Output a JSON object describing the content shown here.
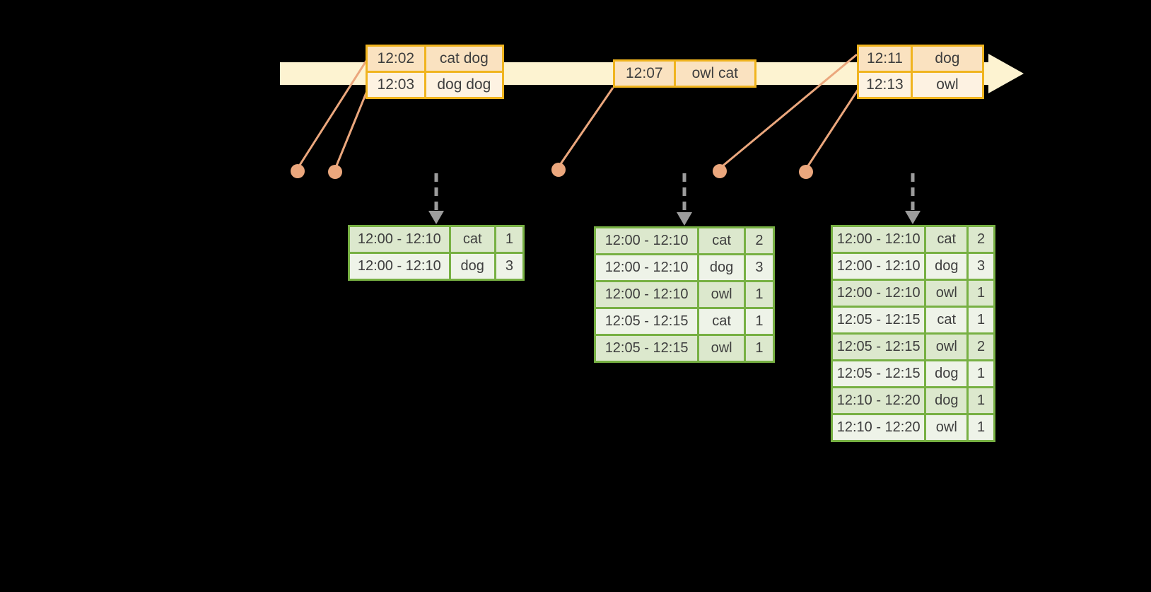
{
  "palette": {
    "background": "#000000",
    "timeline_fill": "#fdf3d1",
    "event_border": "#f0b41f",
    "event_row_dark": "#fae2c0",
    "event_row_light": "#fdf2e2",
    "connector": "#eba77d",
    "flow_arrow": "#9c9c9c",
    "result_border": "#77b043",
    "result_row_dark": "#dce8cd",
    "result_row_light": "#eef3e8",
    "text": "#3e3e3e"
  },
  "icons": {
    "timeline_arrow": "right-arrow",
    "flow_arrow": "down-dashed-arrow",
    "event_marker": "dot"
  },
  "event_tables": [
    {
      "rows": [
        [
          "12:02",
          "cat dog"
        ],
        [
          "12:03",
          "dog dog"
        ]
      ]
    },
    {
      "rows": [
        [
          "12:07",
          "owl cat"
        ]
      ]
    },
    {
      "rows": [
        [
          "12:11",
          "dog"
        ],
        [
          "12:13",
          "owl"
        ]
      ]
    }
  ],
  "result_tables": [
    {
      "rows": [
        [
          "12:00 - 12:10",
          "cat",
          "1"
        ],
        [
          "12:00 - 12:10",
          "dog",
          "3"
        ]
      ]
    },
    {
      "rows": [
        [
          "12:00 - 12:10",
          "cat",
          "2"
        ],
        [
          "12:00 - 12:10",
          "dog",
          "3"
        ],
        [
          "12:00 - 12:10",
          "owl",
          "1"
        ],
        [
          "12:05 - 12:15",
          "cat",
          "1"
        ],
        [
          "12:05 - 12:15",
          "owl",
          "1"
        ]
      ]
    },
    {
      "rows": [
        [
          "12:00 - 12:10",
          "cat",
          "2"
        ],
        [
          "12:00 - 12:10",
          "dog",
          "3"
        ],
        [
          "12:00 - 12:10",
          "owl",
          "1"
        ],
        [
          "12:05 - 12:15",
          "cat",
          "1"
        ],
        [
          "12:05 - 12:15",
          "owl",
          "2"
        ],
        [
          "12:05 - 12:15",
          "dog",
          "1"
        ],
        [
          "12:10 - 12:20",
          "dog",
          "1"
        ],
        [
          "12:10 - 12:20",
          "owl",
          "1"
        ]
      ]
    }
  ]
}
